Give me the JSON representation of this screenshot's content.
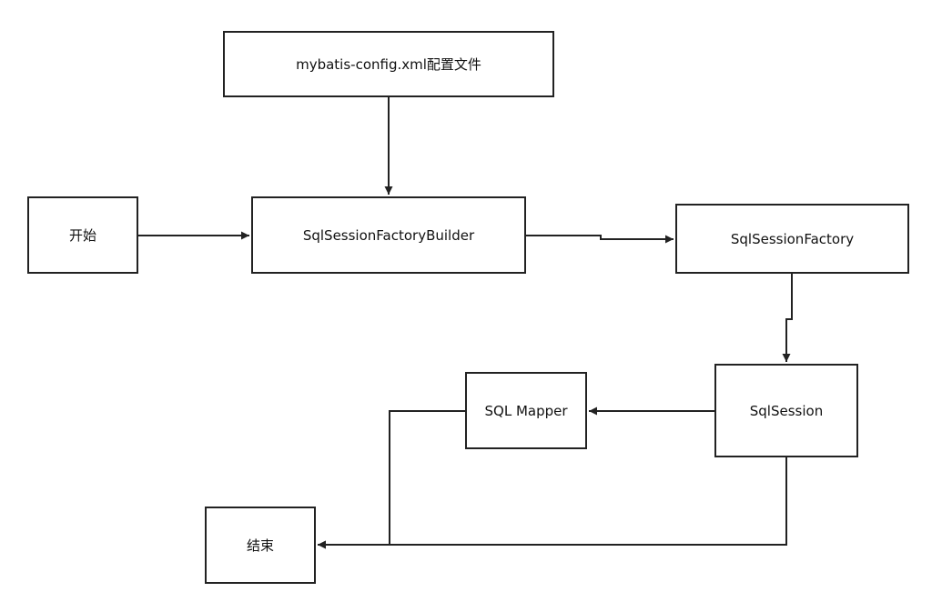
{
  "diagram": {
    "nodes": {
      "config": {
        "label": "mybatis-config.xml配置文件"
      },
      "start": {
        "label": "开始"
      },
      "builder": {
        "label": "SqlSessionFactoryBuilder"
      },
      "factory": {
        "label": "SqlSessionFactory"
      },
      "mapper": {
        "label": "SQL Mapper"
      },
      "session": {
        "label": "SqlSession"
      },
      "end": {
        "label": "结束"
      }
    },
    "edges": [
      {
        "from": "config",
        "to": "builder"
      },
      {
        "from": "start",
        "to": "builder"
      },
      {
        "from": "builder",
        "to": "factory"
      },
      {
        "from": "factory",
        "to": "session"
      },
      {
        "from": "session",
        "to": "mapper"
      },
      {
        "from": "mapper",
        "to": "end"
      },
      {
        "from": "session",
        "to": "end"
      }
    ],
    "colors": {
      "stroke": "#222222",
      "background": "#ffffff",
      "text": "#111111"
    }
  }
}
